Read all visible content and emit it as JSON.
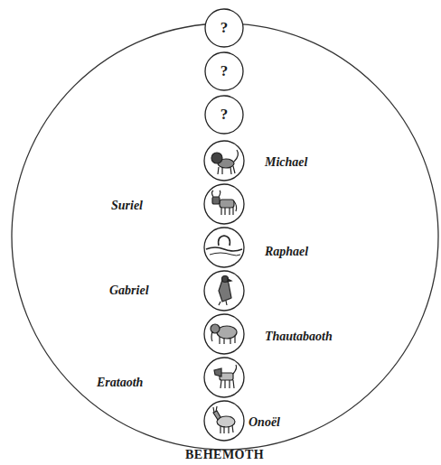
{
  "diagram": {
    "caption": "BEHEMOTH",
    "nodes": [
      {
        "text": [
          "?"
        ]
      },
      {
        "text": [
          "?"
        ]
      },
      {
        "text": [
          "?"
        ]
      }
    ],
    "labels": [
      "Michael",
      "Suriel",
      "Raphael",
      "Gabriel",
      "Thautabaoth",
      "Erataoth",
      "Onoël"
    ]
  }
}
